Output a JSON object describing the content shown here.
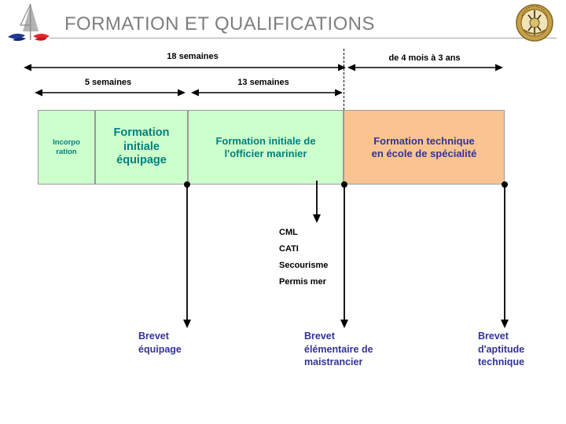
{
  "header": {
    "title": "FORMATION ET QUALIFICATIONS",
    "left_logo_name": "sailboat-logo",
    "right_crest_name": "ecole-de-maistrance-crest"
  },
  "durations": [
    {
      "id": "total",
      "label": "18 semaines"
    },
    {
      "id": "phase1",
      "label": "5 semaines"
    },
    {
      "id": "phase2",
      "label": "13 semaines"
    },
    {
      "id": "phase3",
      "label": "de 4 mois à 3 ans"
    }
  ],
  "phases": [
    {
      "id": "incorporation",
      "label": "Incorpo ration",
      "color": "#ccffcc",
      "text_color": "#008080"
    },
    {
      "id": "fie",
      "label": "Formation initiale équipage",
      "color": "#ccffcc",
      "text_color": "#008080"
    },
    {
      "id": "fiom",
      "label": "Formation initiale de l'officier marinier",
      "color": "#ccffcc",
      "text_color": "#008080"
    },
    {
      "id": "fts",
      "label": "Formation technique en école de spécialité",
      "color": "#f9c491",
      "text_color": "#333399"
    }
  ],
  "phase_lines": {
    "incorporation": [
      "Incorpo",
      "ration"
    ],
    "fie": [
      "Formation",
      "initiale",
      "équipage"
    ],
    "fiom": [
      "Formation initiale de",
      "l'officier marinier"
    ],
    "fts": [
      "Formation technique",
      "en école de spécialité"
    ]
  },
  "qualifications": [
    {
      "label": "CML"
    },
    {
      "label": "CATI"
    },
    {
      "label": "Secourisme"
    },
    {
      "label": "Permis mer"
    }
  ],
  "diplomas": [
    {
      "id": "brevet-equipage",
      "lines": [
        "Brevet",
        "équipage"
      ]
    },
    {
      "id": "brevet-elementaire",
      "lines": [
        "Brevet",
        "élémentaire de",
        "maistrancier"
      ]
    },
    {
      "id": "brevet-aptitude",
      "lines": [
        "Brevet",
        "d'aptitude",
        "technique"
      ]
    }
  ],
  "colors": {
    "title": "#7f7f7f",
    "green": "#ccffcc",
    "orange": "#f9c491",
    "teal": "#008080",
    "navy": "#333399",
    "rule": "#a6a6a6"
  }
}
